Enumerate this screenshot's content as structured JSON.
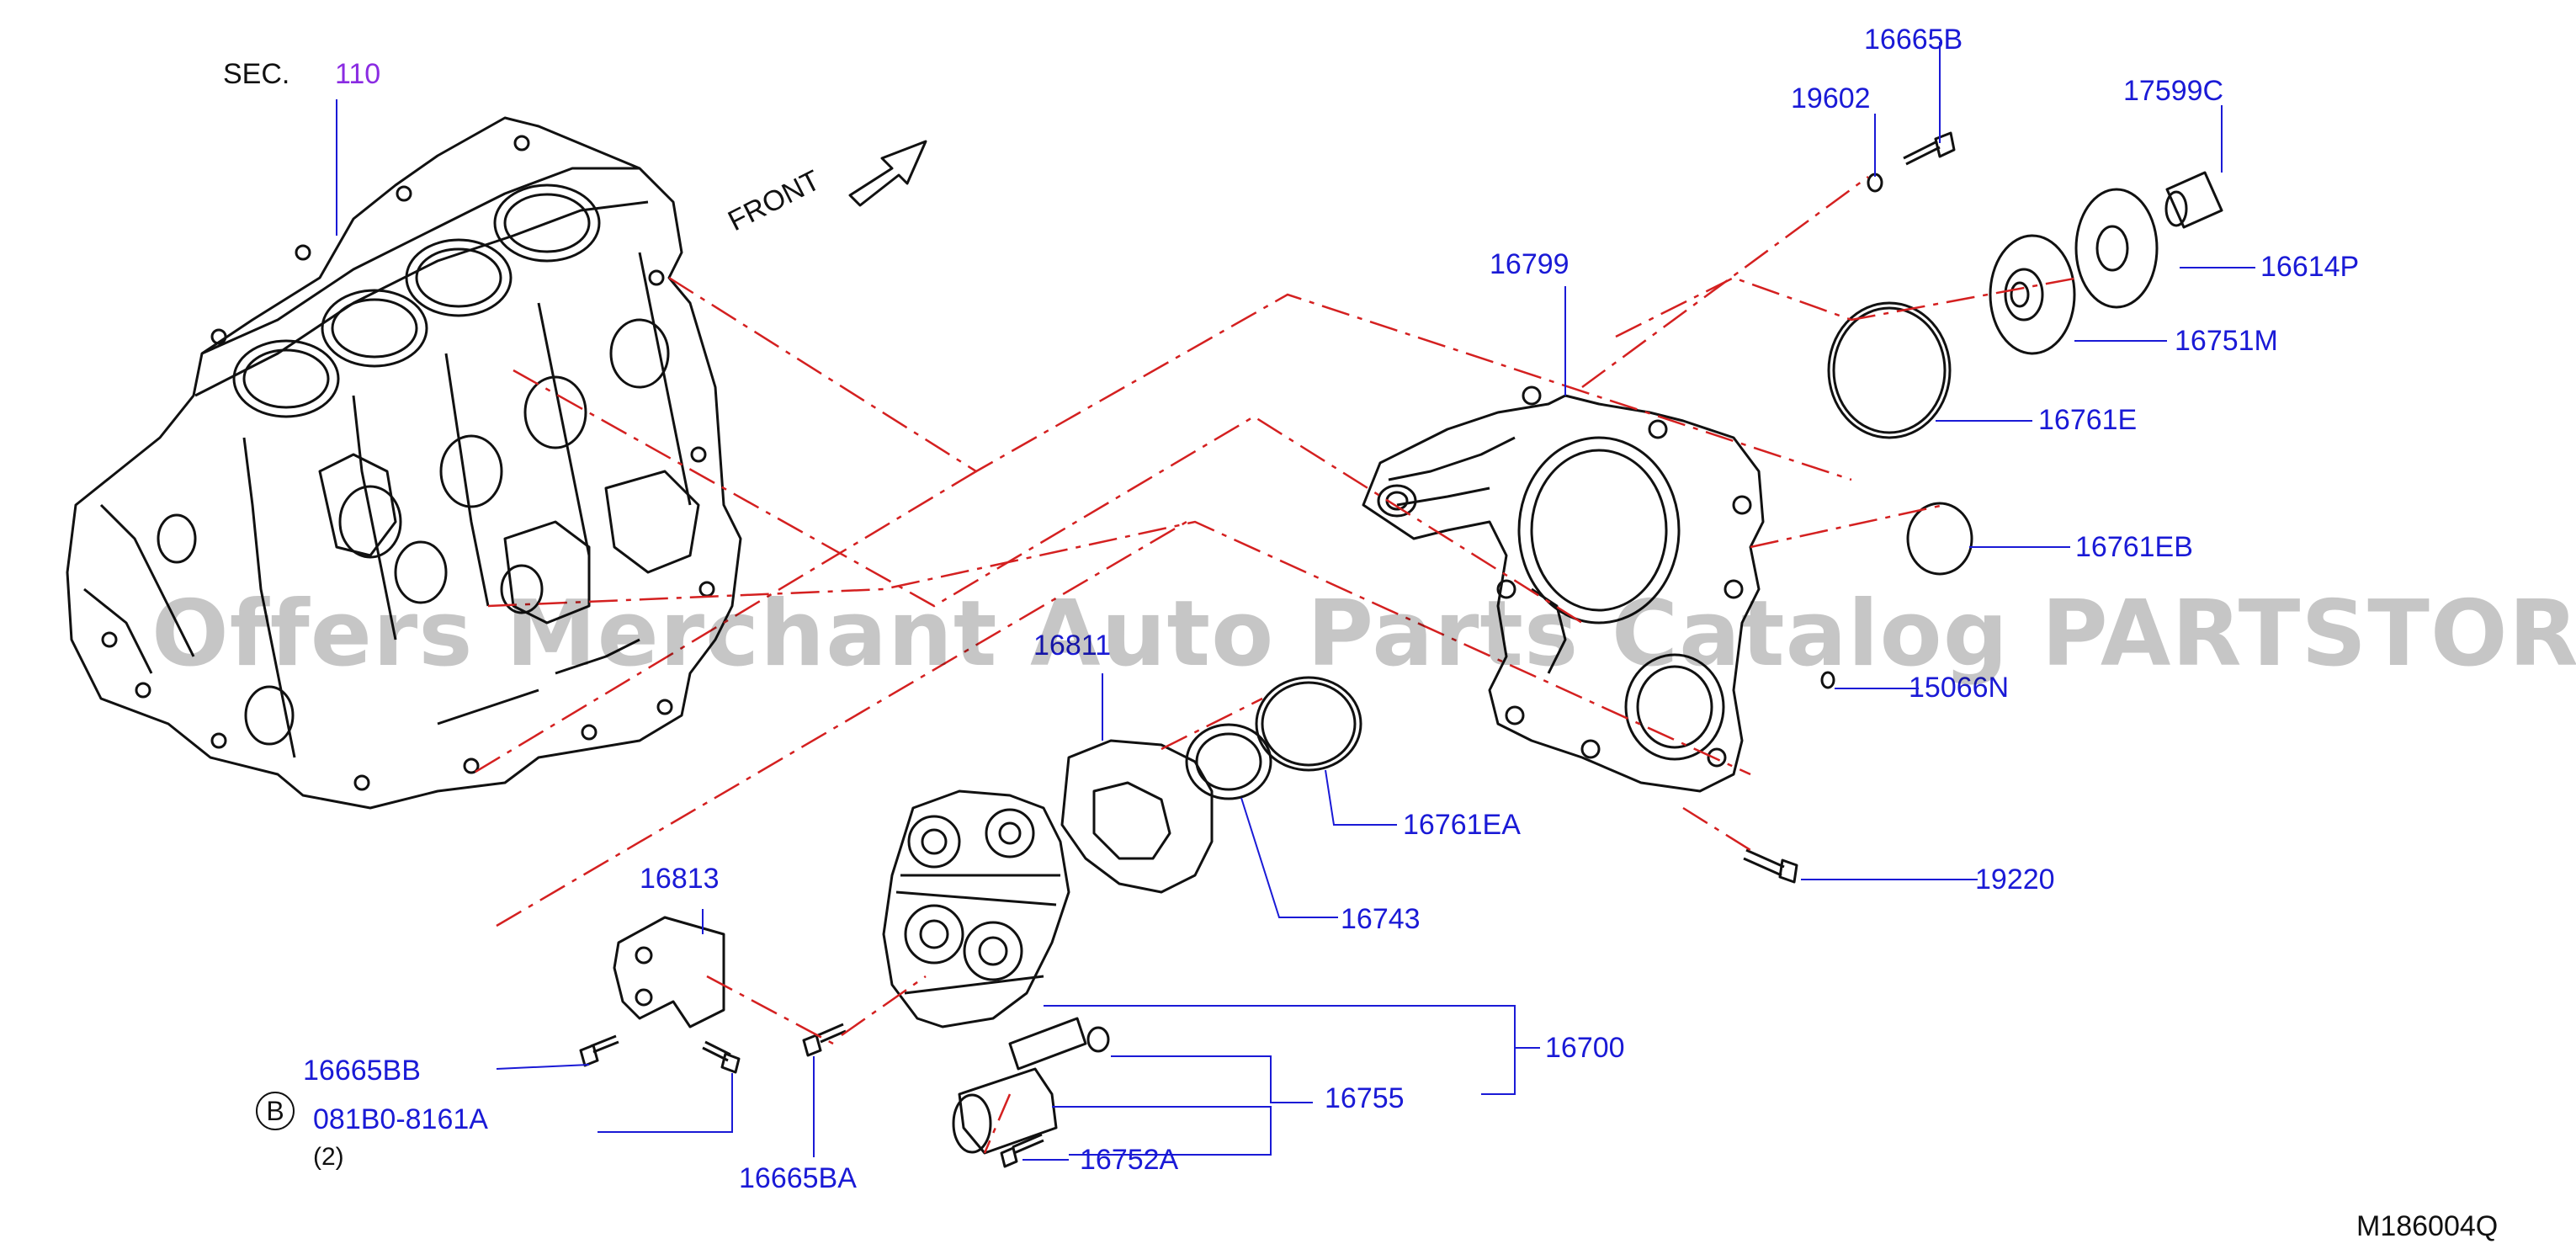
{
  "header": {
    "sec_prefix": "SEC.",
    "sec_number": "110",
    "front_label": "FRONT"
  },
  "parts": {
    "p16665B": "16665B",
    "p19602": "19602",
    "p17599C": "17599C",
    "p16799": "16799",
    "p16614P": "16614P",
    "p16751M": "16751M",
    "p16761E": "16761E",
    "p16761EB": "16761EB",
    "p15066N": "15066N",
    "p16761EA": "16761EA",
    "p16811": "16811",
    "p19220": "19220",
    "p16743": "16743",
    "p16813": "16813",
    "p16700": "16700",
    "p16755": "16755",
    "p16665BB": "16665BB",
    "p081B0": "081B0-8161A",
    "p16752A": "16752A",
    "p16665BA": "16665BA"
  },
  "bolt_callout": {
    "circle_letter": "B",
    "quantity": "(2)"
  },
  "diagram_code": "M186004Q",
  "watermark": "Offers Merchant Auto Parts Catalog PARTSTORE.SA",
  "colors": {
    "label_blue": "#1a1ad6",
    "section_purple": "#8a2be2",
    "line_art": "#111111",
    "dash_red": "#d42020"
  }
}
